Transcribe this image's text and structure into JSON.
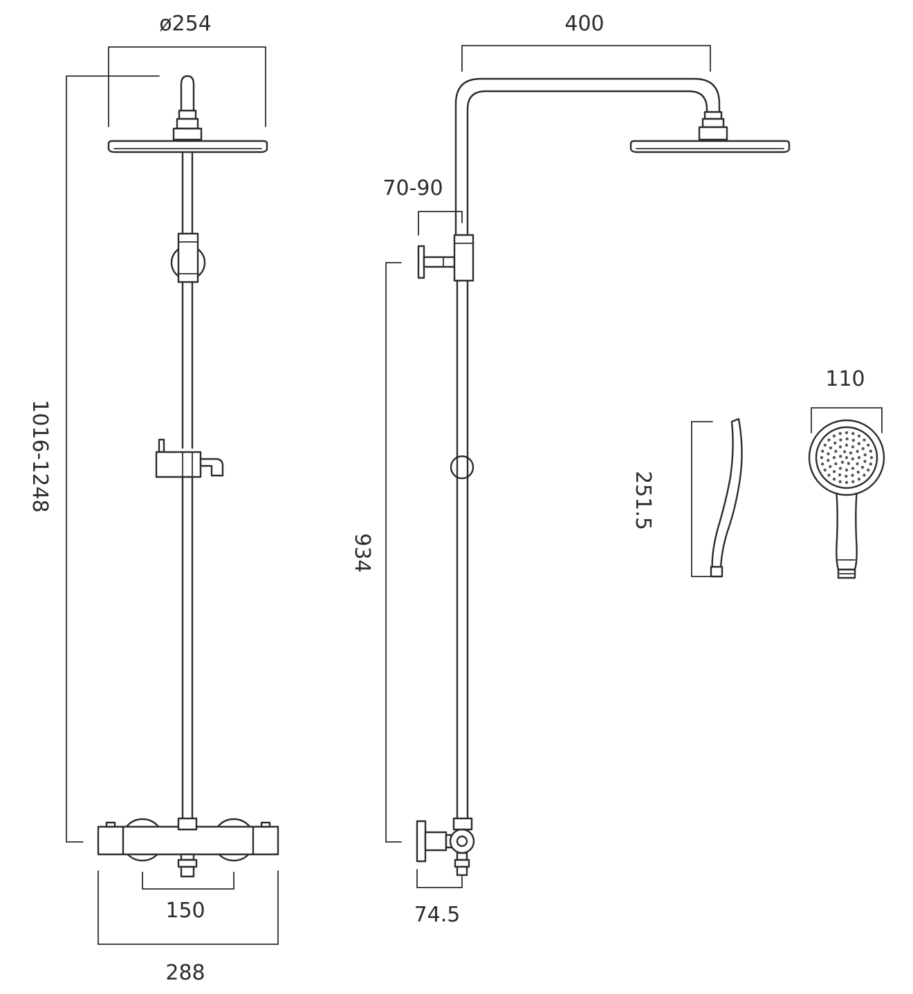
{
  "dimensions": {
    "head_diameter": "ø254",
    "arm_projection": "400",
    "wall_offset": "70-90",
    "total_height": "1016-1248",
    "bracket_height": "934",
    "handset_length": "251.5",
    "handset_width": "110",
    "inlet_centres": "150",
    "valve_width": "288",
    "valve_depth": "74.5"
  }
}
